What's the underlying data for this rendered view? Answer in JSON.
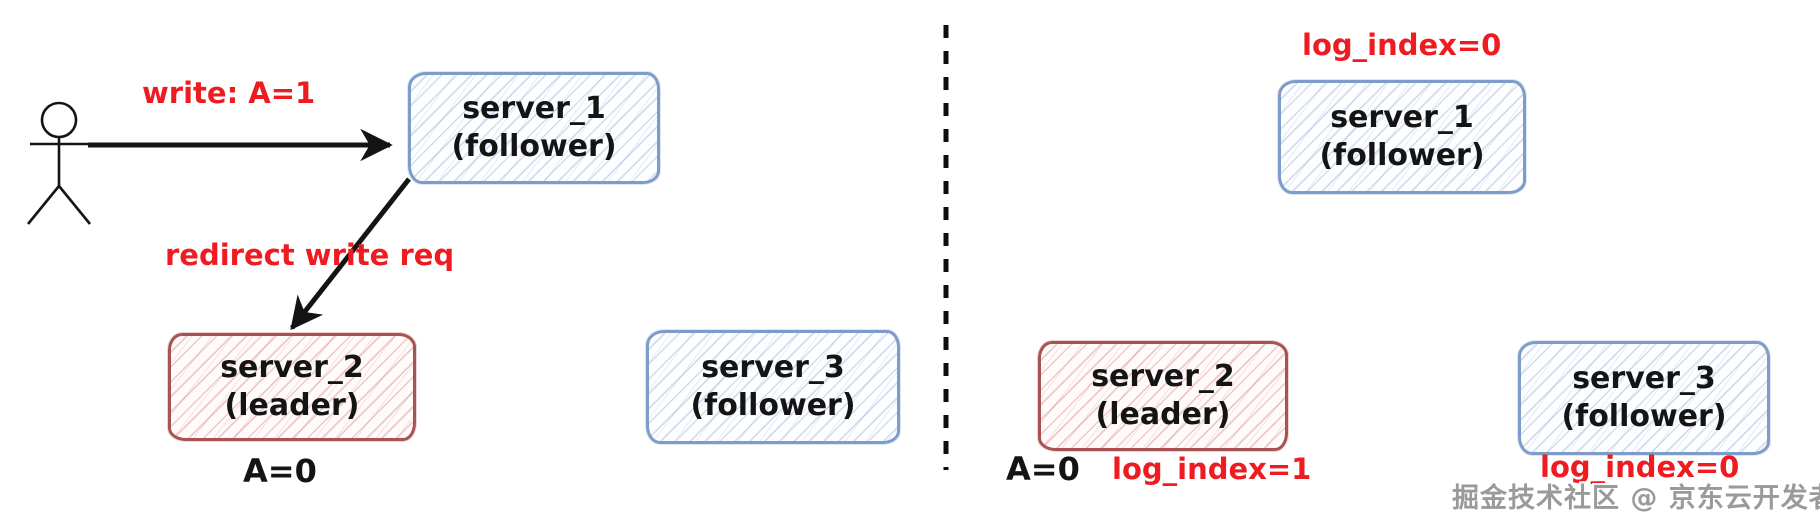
{
  "left_panel": {
    "write_label": "write: A=1",
    "redirect_label": "redirect write req",
    "server_1": {
      "name": "server_1",
      "role": "(follower)"
    },
    "server_2": {
      "name": "server_2",
      "role": "(leader)"
    },
    "server_3": {
      "name": "server_3",
      "role": "(follower)"
    },
    "server_2_value": "A=0"
  },
  "right_panel": {
    "server_1": {
      "name": "server_1",
      "role": "(follower)",
      "log_label": "log_index=0"
    },
    "server_2": {
      "name": "server_2",
      "role": "(leader)",
      "value": "A=0",
      "log_label": "log_index=1"
    },
    "server_3": {
      "name": "server_3",
      "role": "(follower)",
      "log_label": "log_index=0"
    }
  },
  "watermark": "掘金技术社区 @ 京东云开发者",
  "colors": {
    "annotation_red": "#ee1c21",
    "follower_border": "#7e9cc8",
    "leader_border": "#a85351",
    "ink": "#141414",
    "watermark_gray": "#9a9a9a"
  }
}
